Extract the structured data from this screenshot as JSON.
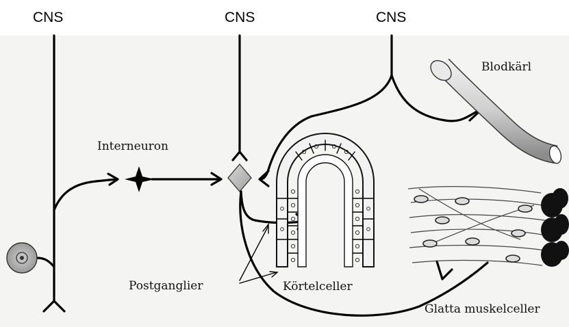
{
  "labels": {
    "cns_left": "CNS",
    "cns_middle": "CNS",
    "cns_right": "CNS",
    "interneuron": "Interneuron",
    "blood_vessel": "Blodkärl",
    "postganglionic": "Postganglier",
    "gland_cells": "Körtelceller",
    "smooth_muscle": "Glatta muskelceller"
  },
  "colors": {
    "background": "#f4f4f2",
    "line": "#000000",
    "ganglion_cell": "#b8b8b8",
    "vessel": "#cfcfcf"
  }
}
